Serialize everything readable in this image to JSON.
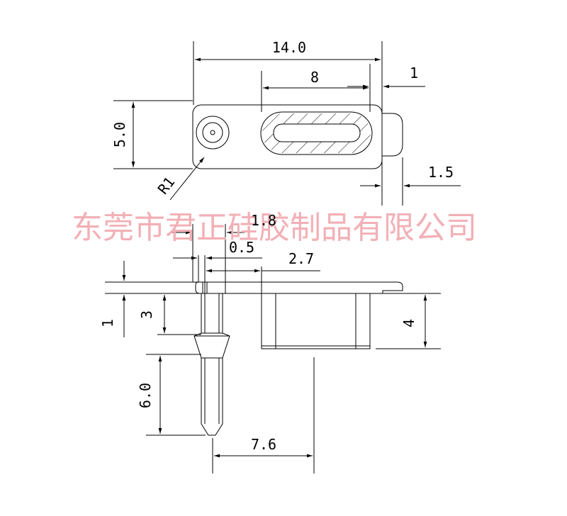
{
  "dimensions": {
    "top_width": "14.0",
    "slot_width": "8",
    "right_offset": "1",
    "height": "5.0",
    "corner_radius": "R1",
    "tab_length": "1.5",
    "pin_head": "1.8",
    "pin_gap": "0.5",
    "pin_to_body": "2.7",
    "plate_thickness": "1",
    "pin_upper": "3",
    "body_height": "4",
    "pin_lower": "6.0",
    "pin_to_center": "7.6"
  },
  "watermark": "东莞市君正硅胶制品有限公司",
  "colors": {
    "line": "#000000",
    "watermark": "#f2b0b6"
  }
}
